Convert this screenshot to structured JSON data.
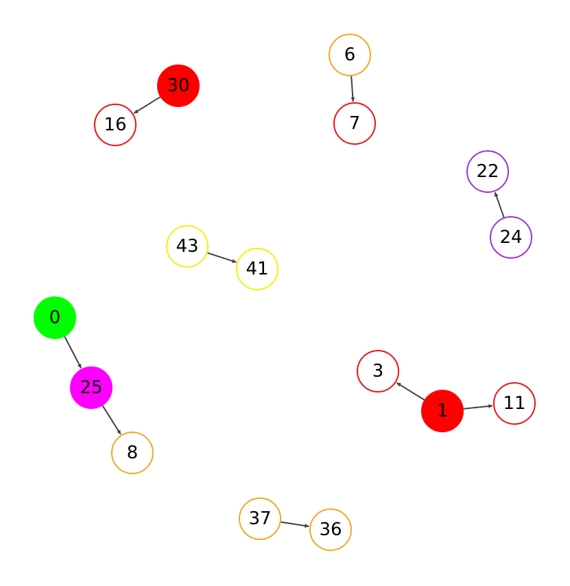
{
  "graph": {
    "directed": true,
    "colors": {
      "red": "#ee1111",
      "orange": "#f5a623",
      "purple": "#9b30e0",
      "yellow": "#f2f20a",
      "green": "#00ff00",
      "magenta": "#ff00ff",
      "edge": "#404040"
    },
    "nodes": [
      {
        "id": "30",
        "label": "30",
        "style": "filled",
        "color": "#ff0000"
      },
      {
        "id": "16",
        "label": "16",
        "style": "outline",
        "color": "#ee1111"
      },
      {
        "id": "6",
        "label": "6",
        "style": "outline",
        "color": "#f5a623"
      },
      {
        "id": "7",
        "label": "7",
        "style": "outline",
        "color": "#ee1111"
      },
      {
        "id": "22",
        "label": "22",
        "style": "outline",
        "color": "#9b30e0"
      },
      {
        "id": "24",
        "label": "24",
        "style": "outline",
        "color": "#9b30e0"
      },
      {
        "id": "43",
        "label": "43",
        "style": "outline",
        "color": "#f2f20a"
      },
      {
        "id": "41",
        "label": "41",
        "style": "outline",
        "color": "#f2f20a"
      },
      {
        "id": "0",
        "label": "0",
        "style": "filled",
        "color": "#00ff00"
      },
      {
        "id": "25",
        "label": "25",
        "style": "filled",
        "color": "#ff00ff"
      },
      {
        "id": "8",
        "label": "8",
        "style": "outline",
        "color": "#f5a623"
      },
      {
        "id": "3",
        "label": "3",
        "style": "outline",
        "color": "#ee1111"
      },
      {
        "id": "1",
        "label": "1",
        "style": "filled",
        "color": "#ff0000"
      },
      {
        "id": "11",
        "label": "11",
        "style": "outline",
        "color": "#ee1111"
      },
      {
        "id": "37",
        "label": "37",
        "style": "outline",
        "color": "#f5a623"
      },
      {
        "id": "36",
        "label": "36",
        "style": "outline",
        "color": "#f5a623"
      }
    ],
    "edges": [
      {
        "from": "30",
        "to": "16"
      },
      {
        "from": "6",
        "to": "7"
      },
      {
        "from": "24",
        "to": "22"
      },
      {
        "from": "43",
        "to": "41"
      },
      {
        "from": "0",
        "to": "25"
      },
      {
        "from": "25",
        "to": "8"
      },
      {
        "from": "1",
        "to": "3"
      },
      {
        "from": "1",
        "to": "11"
      },
      {
        "from": "37",
        "to": "36"
      }
    ]
  }
}
